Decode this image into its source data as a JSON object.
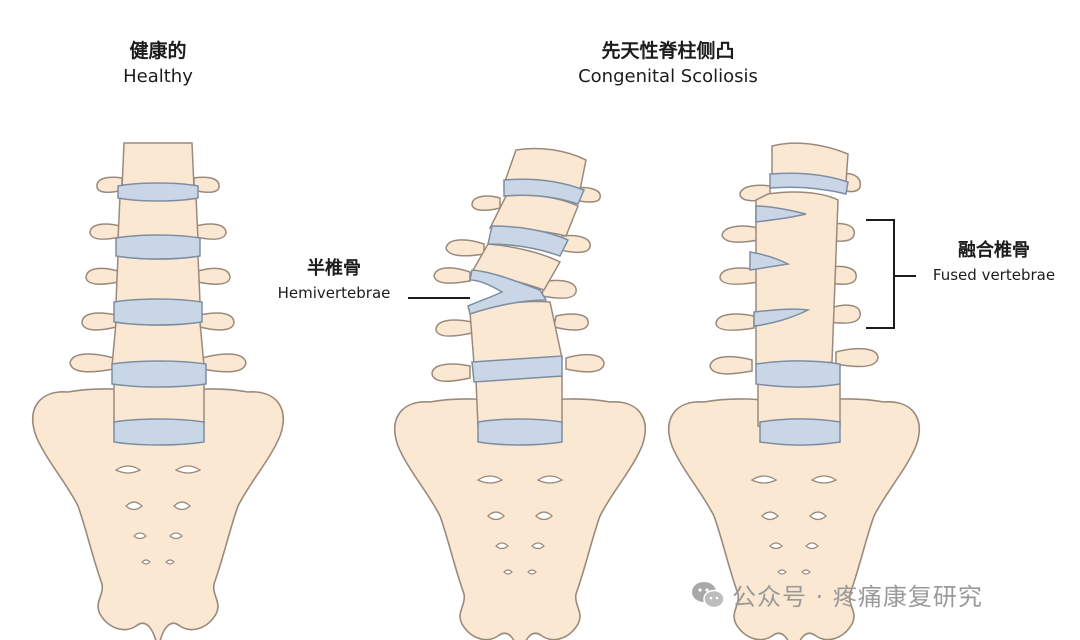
{
  "titles": {
    "healthy_zh": "健康的",
    "healthy_en": "Healthy",
    "congenital_zh": "先天性脊柱侧凸",
    "congenital_en": "Congenital Scoliosis"
  },
  "labels": {
    "hemivertebrae_zh": "半椎骨",
    "hemivertebrae_en": "Hemivertebrae",
    "fused_zh": "融合椎骨",
    "fused_en": "Fused vertebrae"
  },
  "watermark": {
    "text": "公众号 · 疼痛康复研究",
    "icon": "wechat-icon"
  },
  "colors": {
    "bone": "#fbe8d2",
    "bone_outline": "#9a8a7c",
    "disc": "#c9d6e6",
    "disc_outline": "#7d8da3",
    "text": "#1c1c1c",
    "watermark": "#9a9a9a"
  }
}
